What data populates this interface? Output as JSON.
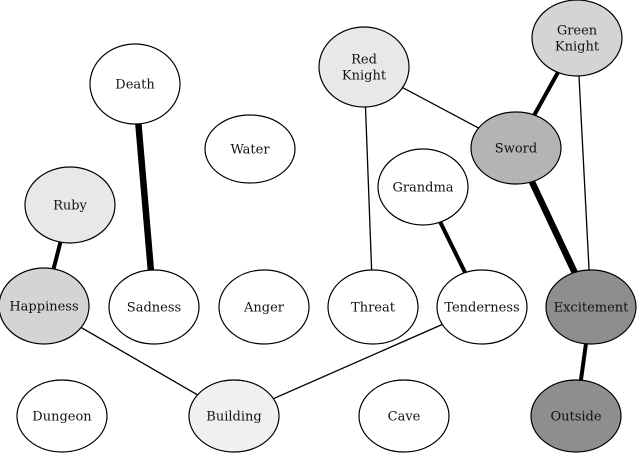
{
  "nodes": [
    {
      "id": "death",
      "lines": [
        "Death"
      ],
      "fill": "#ffffff"
    },
    {
      "id": "water",
      "lines": [
        "Water"
      ],
      "fill": "#ffffff"
    },
    {
      "id": "red-knight",
      "lines": [
        "Red",
        "Knight"
      ],
      "fill": "#e8e8e8"
    },
    {
      "id": "green-knight",
      "lines": [
        "Green",
        "Knight"
      ],
      "fill": "#d4d4d4"
    },
    {
      "id": "sword",
      "lines": [
        "Sword"
      ],
      "fill": "#b4b4b4"
    },
    {
      "id": "grandma",
      "lines": [
        "Grandma"
      ],
      "fill": "#ffffff"
    },
    {
      "id": "ruby",
      "lines": [
        "Ruby"
      ],
      "fill": "#e8e8e8"
    },
    {
      "id": "happiness",
      "lines": [
        "Happiness"
      ],
      "fill": "#d4d4d4"
    },
    {
      "id": "sadness",
      "lines": [
        "Sadness"
      ],
      "fill": "#ffffff"
    },
    {
      "id": "anger",
      "lines": [
        "Anger"
      ],
      "fill": "#ffffff"
    },
    {
      "id": "threat",
      "lines": [
        "Threat"
      ],
      "fill": "#ffffff"
    },
    {
      "id": "tenderness",
      "lines": [
        "Tenderness"
      ],
      "fill": "#ffffff"
    },
    {
      "id": "excitement",
      "lines": [
        "Excitement"
      ],
      "fill": "#8e8e8e"
    },
    {
      "id": "dungeon",
      "lines": [
        "Dungeon"
      ],
      "fill": "#ffffff"
    },
    {
      "id": "building",
      "lines": [
        "Building"
      ],
      "fill": "#f0f0f0"
    },
    {
      "id": "cave",
      "lines": [
        "Cave"
      ],
      "fill": "#ffffff"
    },
    {
      "id": "outside",
      "lines": [
        "Outside"
      ],
      "fill": "#8e8e8e"
    }
  ],
  "edges": [
    {
      "from": "death",
      "to": "sadness",
      "weight": "heavy"
    },
    {
      "from": "ruby",
      "to": "happiness",
      "weight": "medium"
    },
    {
      "from": "red-knight",
      "to": "threat",
      "weight": "thin"
    },
    {
      "from": "red-knight",
      "to": "sword",
      "weight": "thin"
    },
    {
      "from": "green-knight",
      "to": "sword",
      "weight": "medium"
    },
    {
      "from": "green-knight",
      "to": "excitement",
      "weight": "thin"
    },
    {
      "from": "sword",
      "to": "excitement",
      "weight": "heavy"
    },
    {
      "from": "grandma",
      "to": "tenderness",
      "weight": "medium"
    },
    {
      "from": "excitement",
      "to": "outside",
      "weight": "medium"
    },
    {
      "from": "happiness",
      "to": "building",
      "weight": "thin"
    },
    {
      "from": "tenderness",
      "to": "building",
      "weight": "thin"
    }
  ]
}
